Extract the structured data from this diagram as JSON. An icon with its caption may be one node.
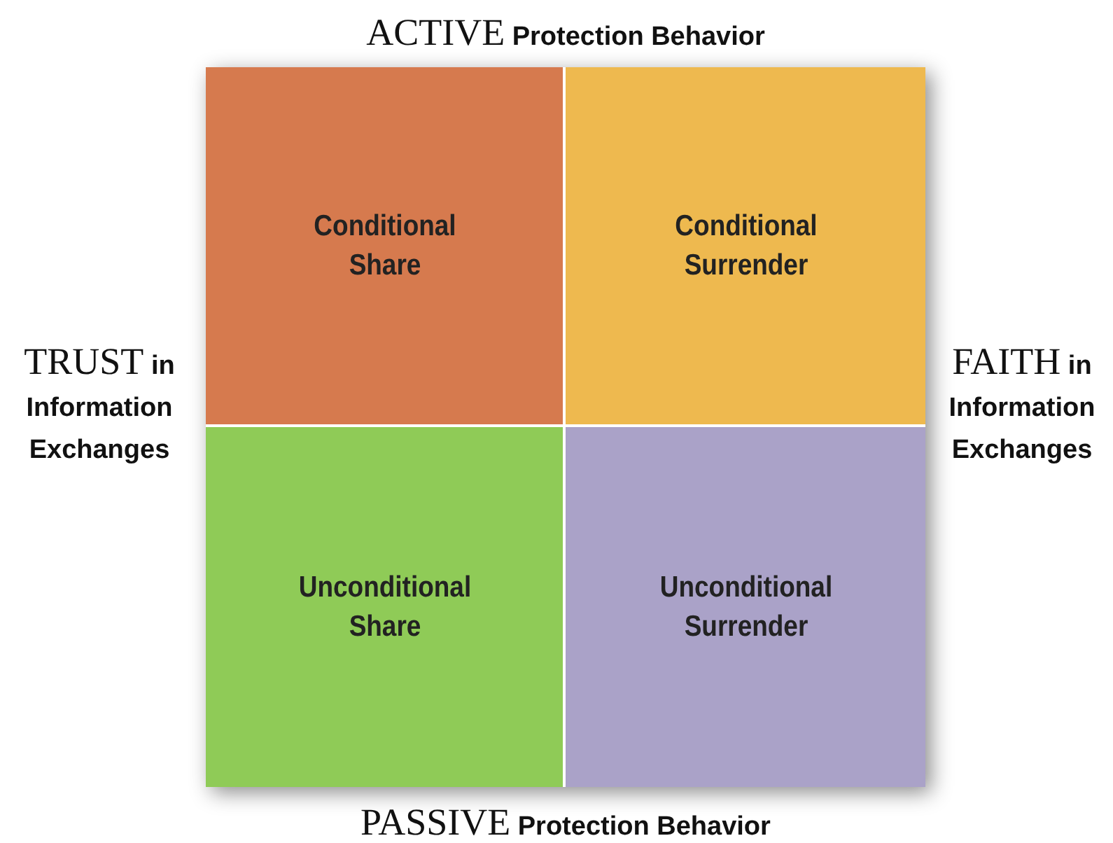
{
  "diagram": {
    "nodes": [
      {
        "text": [
          "Conditional Share"
        ]
      },
      {
        "text": [
          "Conditional Surrender"
        ]
      },
      {
        "text": [
          "Unconditional Share"
        ]
      },
      {
        "text": [
          "Unconditional Surrender"
        ]
      }
    ],
    "labels": [
      "ACTIVE Protection Behavior",
      "TRUST in Information Exchanges",
      "FAITH in Information Exchanges",
      "PASSIVE Protection Behavior"
    ]
  }
}
